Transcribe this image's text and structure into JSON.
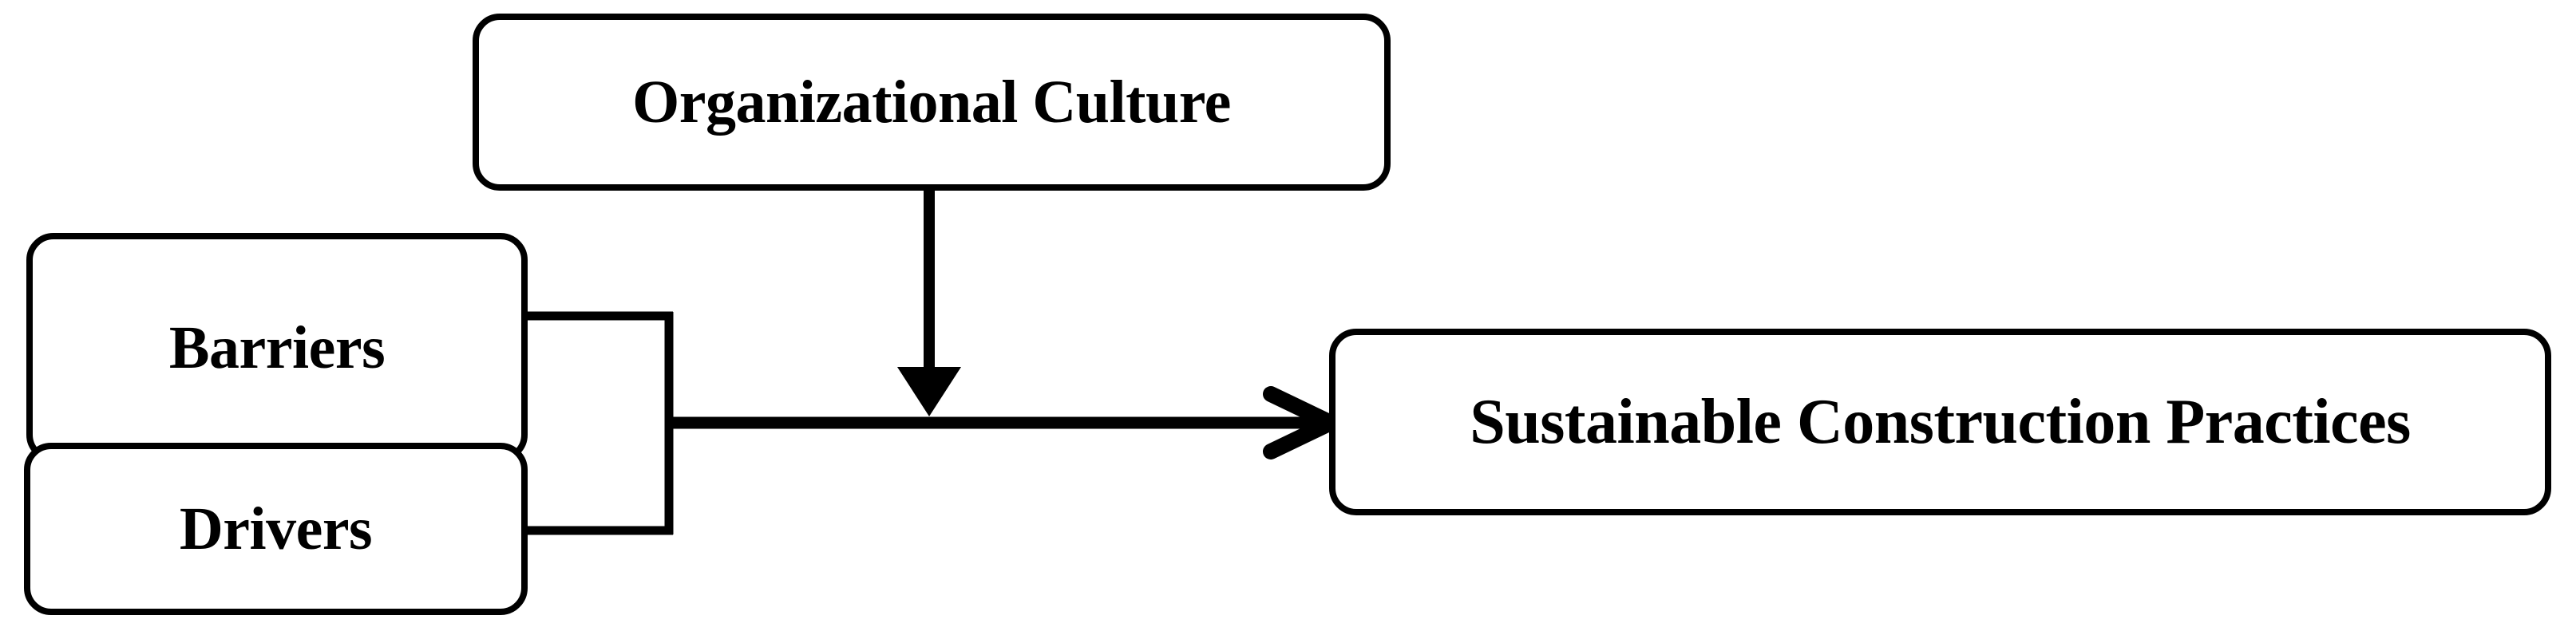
{
  "diagram": {
    "type": "conceptual-framework",
    "background_color": "#ffffff",
    "stroke_color": "#000000",
    "nodes": [
      {
        "id": "organizational-culture",
        "label": "Organizational Culture",
        "shape": "rounded-rectangle",
        "role": "moderator"
      },
      {
        "id": "barriers",
        "label": "Barriers",
        "shape": "rounded-rectangle",
        "role": "independent-variable"
      },
      {
        "id": "drivers",
        "label": "Drivers",
        "shape": "rounded-rectangle",
        "role": "independent-variable"
      },
      {
        "id": "sustainable-construction-practices",
        "label": "Sustainable Construction Practices",
        "shape": "rounded-rectangle",
        "role": "dependent-variable"
      }
    ],
    "connectors": [
      {
        "id": "barriers-to-junction",
        "from": "barriers",
        "to": "merge-junction",
        "arrowhead": "none",
        "style": "solid"
      },
      {
        "id": "drivers-to-junction",
        "from": "drivers",
        "to": "merge-junction",
        "arrowhead": "none",
        "style": "solid"
      },
      {
        "id": "junction-to-outcome",
        "from": "merge-junction",
        "to": "sustainable-construction-practices",
        "arrowhead": "open-v",
        "style": "solid"
      },
      {
        "id": "culture-to-relationship",
        "from": "organizational-culture",
        "to": "junction-to-outcome",
        "arrowhead": "filled-triangle",
        "style": "solid"
      }
    ]
  }
}
